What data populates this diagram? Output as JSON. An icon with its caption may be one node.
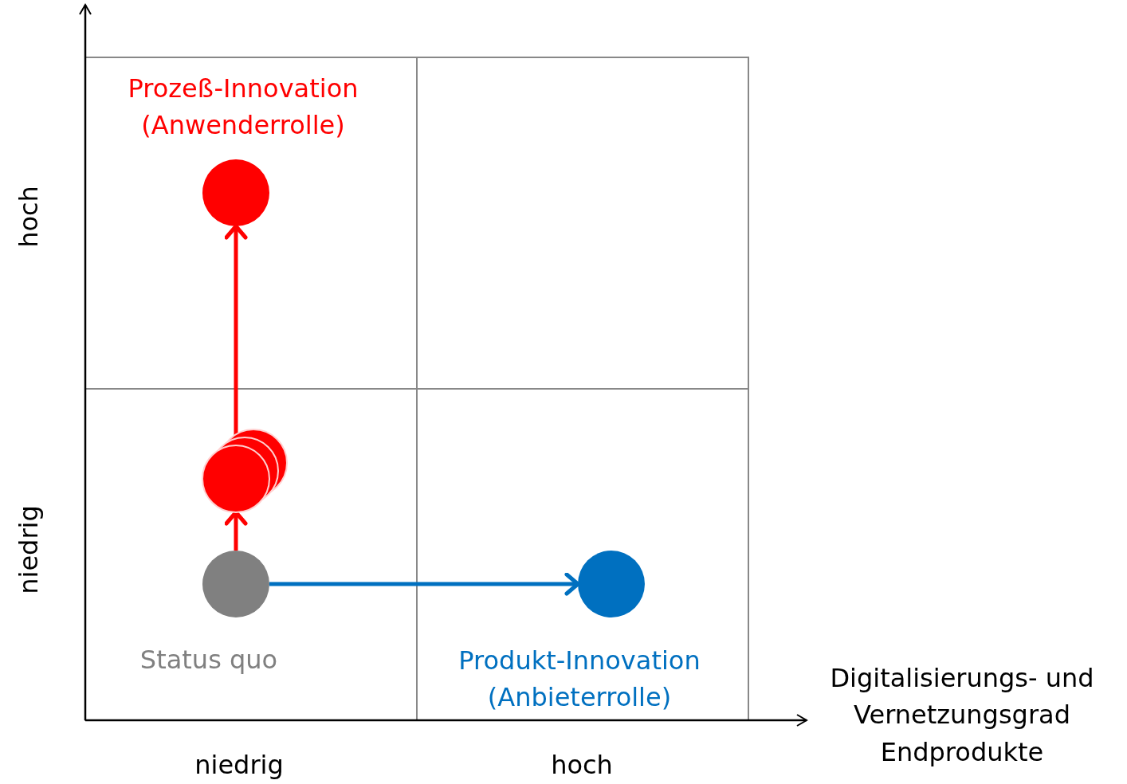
{
  "diagram": {
    "nodes": [
      {
        "text": [],
        "shape": "circle",
        "beside": [
          "Status quo"
        ]
      },
      {
        "text": [],
        "shape": "circle"
      },
      {
        "text": [],
        "shape": "circle",
        "beside": [
          "Prozeß-Innovation (Anwenderrolle)"
        ]
      },
      {
        "text": [],
        "shape": "circle",
        "beside": [
          "Produkt-Innovation (Anbieterrolle)"
        ]
      }
    ],
    "edges": [
      {
        "from": 0,
        "to": 1,
        "arrow": "to",
        "color": "#ff0000"
      },
      {
        "from": 1,
        "to": 2,
        "arrow": "to",
        "color": "#ff0000"
      },
      {
        "from": 0,
        "to": 3,
        "arrow": "to",
        "color": "#0070c0"
      }
    ],
    "labels": [
      "hoch",
      "niedrig",
      "Digitalisierungs- und Vernetzungsgrad Endprodukte",
      "niedrig",
      "hoch"
    ]
  }
}
